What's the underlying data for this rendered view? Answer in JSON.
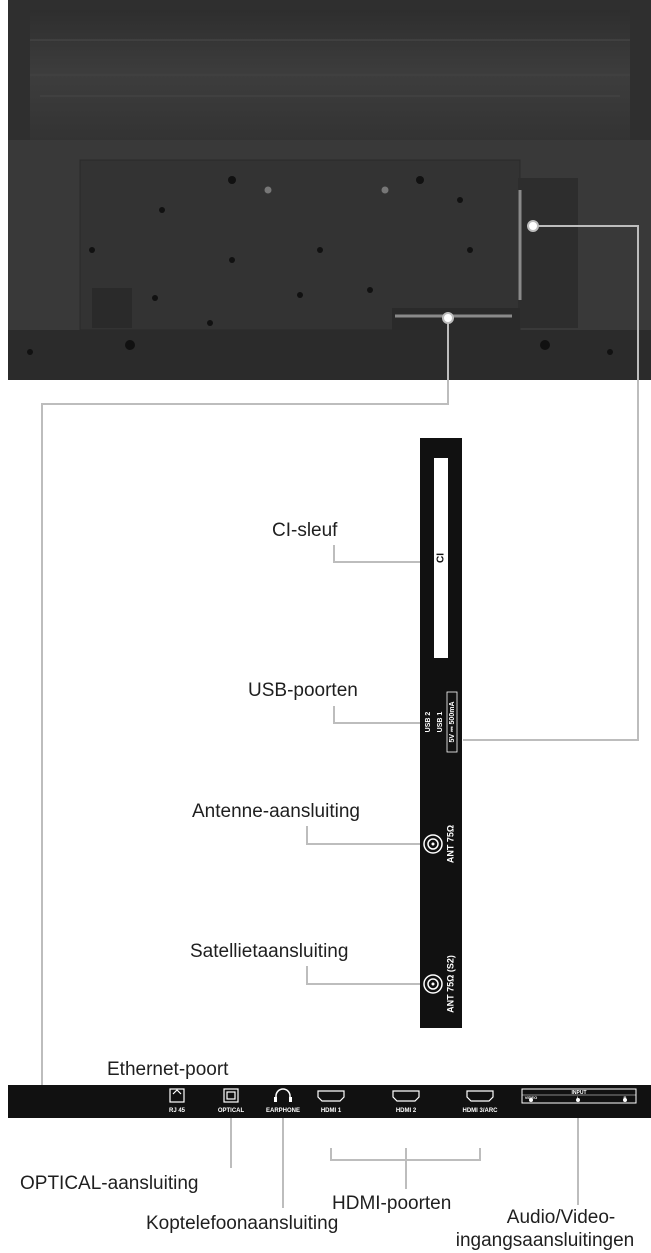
{
  "side_panel": {
    "ci_text": "CI",
    "usb2_text": "USB 2",
    "usb1_text": "USB 1",
    "usb_rating": "5V ⎓ 500mA",
    "ant_text": "ANT 75Ω",
    "sat_text": "ANT 75Ω (S2)"
  },
  "bottom_panel": {
    "rj45_text": "RJ 45",
    "optical_text": "OPTICAL",
    "earphone_text": "EARPHONE",
    "hdmi1_text": "HDMI 1",
    "hdmi2_text": "HDMI 2",
    "hdmi3_text": "HDMI 3/ARC",
    "input_text": "INPUT",
    "video_text": "VIDEO",
    "l_text": "L",
    "r_text": "R"
  },
  "labels": {
    "ci": "CI-sleuf",
    "usb": "USB-poorten",
    "antenna": "Antenne-aansluiting",
    "satellite": "Satellietaansluiting",
    "ethernet": "Ethernet-poort",
    "optical": "OPTICAL-aansluiting",
    "hdmi": "HDMI-poorten",
    "headphone": "Koptelefoonaansluiting",
    "av_line1": "Audio/Video-",
    "av_line2": "ingangsaansluitingen"
  },
  "colors": {
    "tv_body": "#3a3a3a",
    "panel_black": "#111111",
    "leader_line": "#bdbdbd"
  }
}
